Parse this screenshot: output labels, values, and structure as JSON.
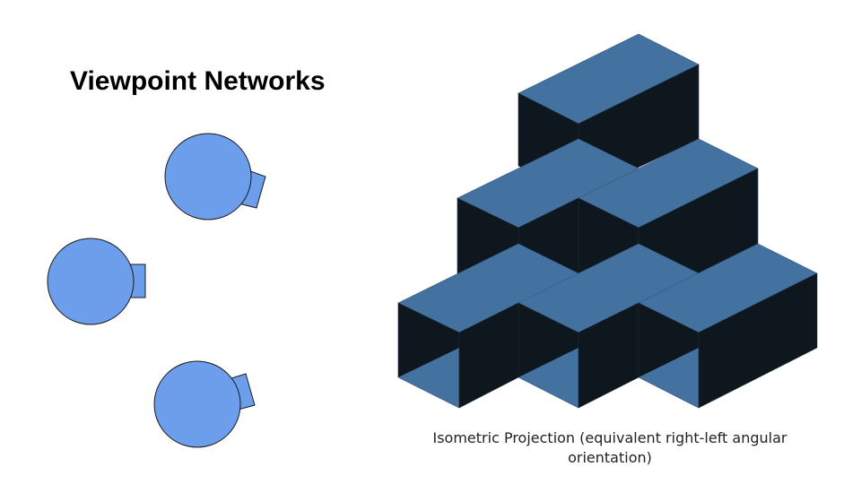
{
  "slide": {
    "title": "Viewpoint Networks",
    "caption": "Isometric Projection (equivalent right-left angular orientation)"
  },
  "colors": {
    "viewpoint_fill": "#6d9eeb",
    "viewpoint_stroke": "#1a1a1a",
    "cube_top": "#4472a0",
    "cube_front_dark": "#0e161e",
    "cube_bottom": "#4472a0"
  },
  "viewpoints": [
    {
      "name": "viewpoint-camera-top",
      "icon": "camera-eye-icon"
    },
    {
      "name": "viewpoint-camera-middle",
      "icon": "camera-eye-icon"
    },
    {
      "name": "viewpoint-camera-bottom",
      "icon": "camera-eye-icon"
    }
  ],
  "cube_stack": {
    "rows": 3,
    "cubes_per_row": [
      1,
      2,
      3
    ],
    "projection": "isometric"
  }
}
